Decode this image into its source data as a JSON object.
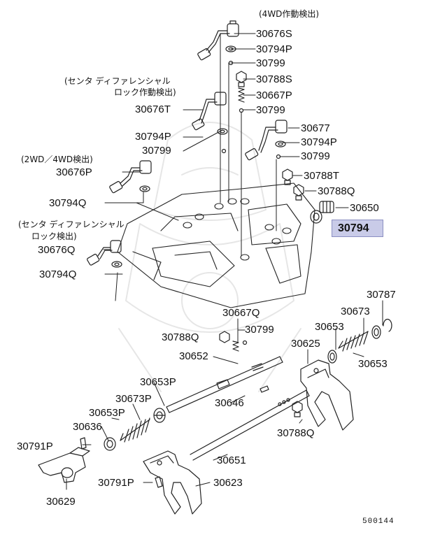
{
  "diagram_code": "500144",
  "highlight": {
    "part": "30794",
    "color": "#c9cbe8"
  },
  "notes": {
    "n4wd": "(4WD作動検出)",
    "center_lock_1_l1": "(センタ ディファレンシャル",
    "center_lock_1_l2": "ロック作動検出)",
    "n2wd": "(2WD／4WD検出)",
    "center_lock_2_l1": "(センタ ディファレンシャル",
    "center_lock_2_l2": "ロック検出)"
  },
  "labels": {
    "l30676S": "30676S",
    "l30794P_a": "30794P",
    "l30799_a": "30799",
    "l30788S": "30788S",
    "l30667P": "30667P",
    "l30799_b": "30799",
    "l30676T": "30676T",
    "l30794P_b": "30794P",
    "l30799_c": "30799",
    "l30677": "30677",
    "l30794P_c": "30794P",
    "l30799_d": "30799",
    "l30676P": "30676P",
    "l30788T": "30788T",
    "l30788Q_a": "30788Q",
    "l30794Q_a": "30794Q",
    "l30650": "30650",
    "l30676Q": "30676Q",
    "l30794Q_b": "30794Q",
    "l30787": "30787",
    "l30673_a": "30673",
    "l30667Q": "30667Q",
    "l30653_a": "30653",
    "l30788Q_b": "30788Q",
    "l30799_e": "30799",
    "l30625": "30625",
    "l30653_b": "30653",
    "l30652": "30652",
    "l30653P_a": "30653P",
    "l30673P": "30673P",
    "l30646": "30646",
    "l30653P_b": "30653P",
    "l30636": "30636",
    "l30788Q_c": "30788Q",
    "l30791P_a": "30791P",
    "l30651": "30651",
    "l30791P_b": "30791P",
    "l30623": "30623",
    "l30629": "30629"
  }
}
